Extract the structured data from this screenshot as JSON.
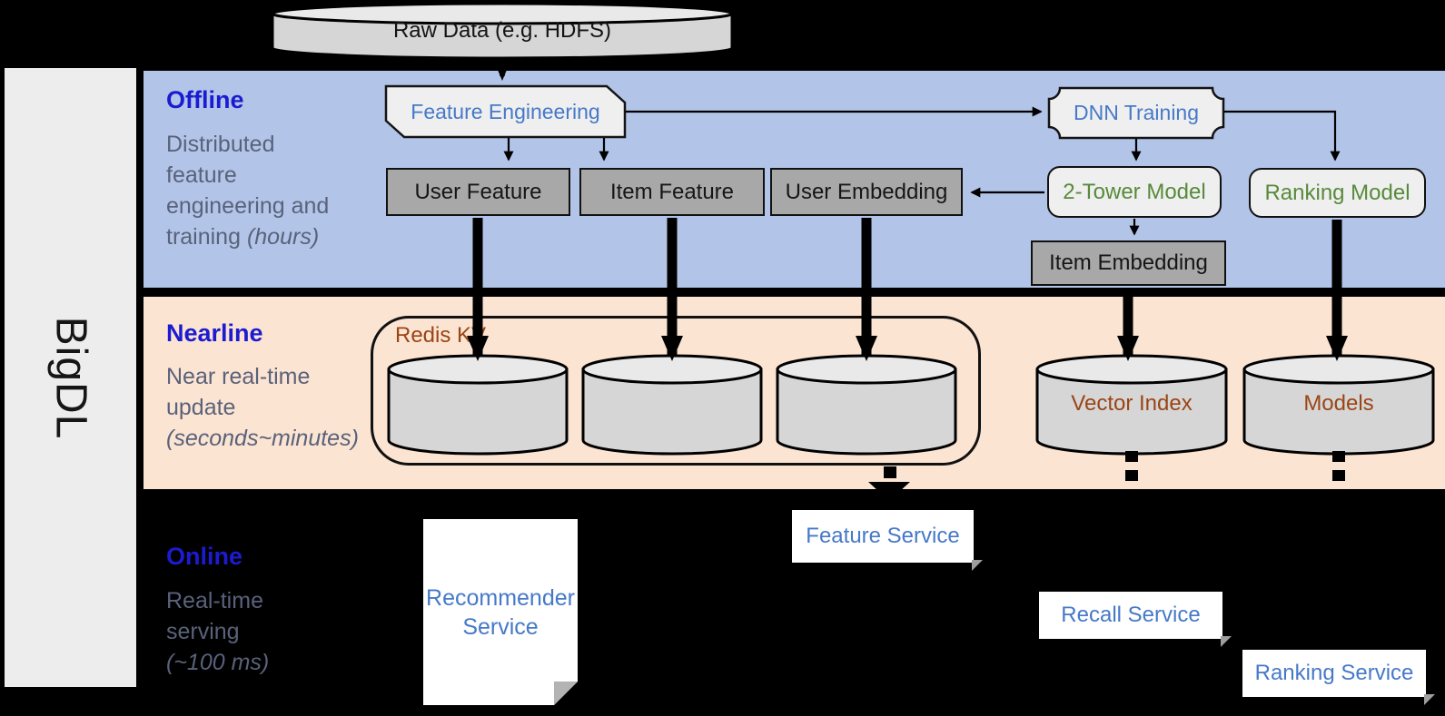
{
  "brand": {
    "name": "BigDL"
  },
  "colors": {
    "offline-bg": "#b2c5e8",
    "nearline-bg": "#fce4d2",
    "panel-gray": "#ededed",
    "heading-blue": "#1b1bd1",
    "muted-text": "#59627a",
    "node-blue": "#4679c8",
    "node-green": "#578a3a",
    "node-brown": "#9a4516",
    "gray-box": "#a8a8a8",
    "light-box": "#efefef"
  },
  "raw_data": {
    "label": "Raw Data (e.g. HDFS)"
  },
  "offline": {
    "heading": "Offline",
    "description": {
      "line1": "Distributed",
      "line2": "feature",
      "line3": "engineering and",
      "line4": "training",
      "line4_italic": "(hours)"
    },
    "nodes": {
      "feature_engineering": "Feature Engineering",
      "dnn_training": "DNN Training",
      "user_feature": "User Feature",
      "item_feature": "Item Feature",
      "user_embedding": "User Embedding",
      "two_tower_model": "2-Tower Model",
      "ranking_model": "Ranking Model",
      "item_embedding": "Item Embedding"
    }
  },
  "nearline": {
    "heading": "Nearline",
    "description": {
      "line1": "Near real-time",
      "line2": "update",
      "line3_italic": "(seconds~minutes)"
    },
    "redis_kv": "Redis KV",
    "vector_index": "Vector Index",
    "models": "Models"
  },
  "online": {
    "heading": "Online",
    "description": {
      "line1": "Real-time",
      "line2": "serving",
      "line3_italic": "(~100 ms)"
    },
    "services": {
      "recommender": "Recommender Service",
      "feature": "Feature Service",
      "recall": "Recall Service",
      "ranking": "Ranking Service"
    }
  }
}
